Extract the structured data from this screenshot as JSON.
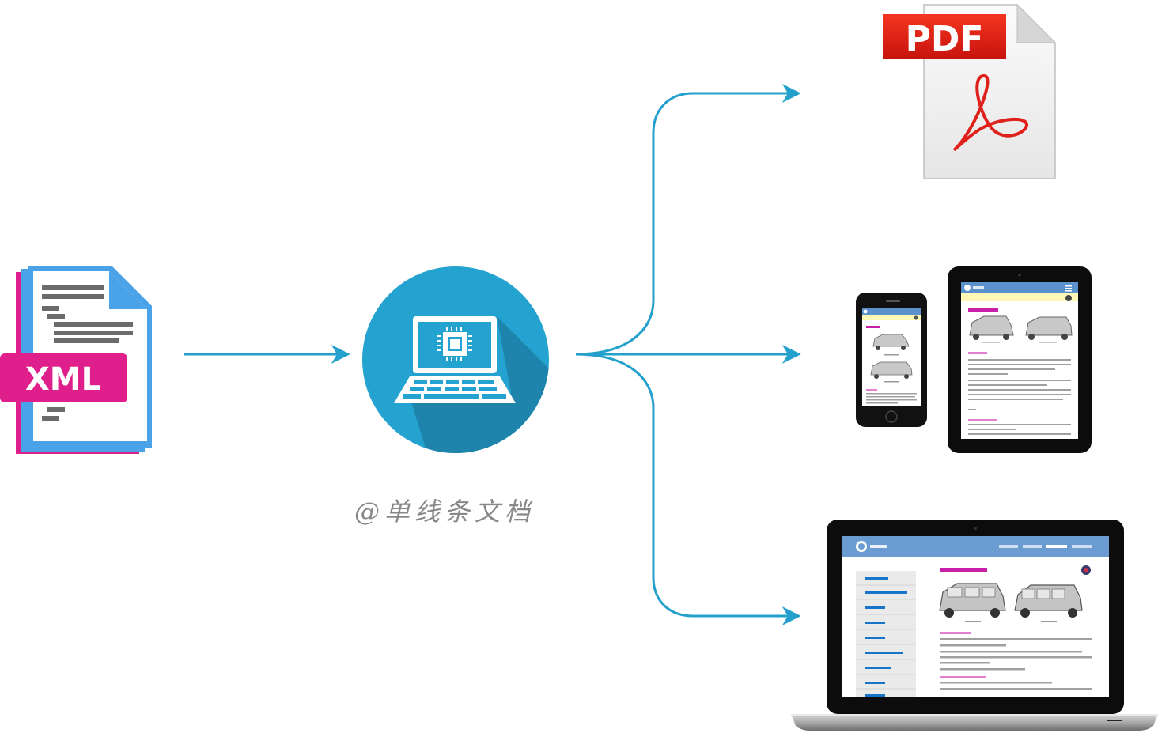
{
  "source": {
    "badge_label": "XML"
  },
  "processor": {
    "watermark": "@单线条文档"
  },
  "outputs": {
    "pdf": {
      "badge_label": "PDF"
    },
    "mobile": {},
    "desktop": {}
  },
  "colors": {
    "arrow": "#24a0cc",
    "processor_circle": "#24a3d0",
    "processor_shadow": "#1d7fa6",
    "xml_magenta": "#df1f8c",
    "xml_blue": "#4aa3e8",
    "pdf_red": "#e8201c",
    "site_header_blue": "#5b91cc",
    "site_accent_magenta": "#c71fa8",
    "site_link_blue": "#1776c9"
  }
}
